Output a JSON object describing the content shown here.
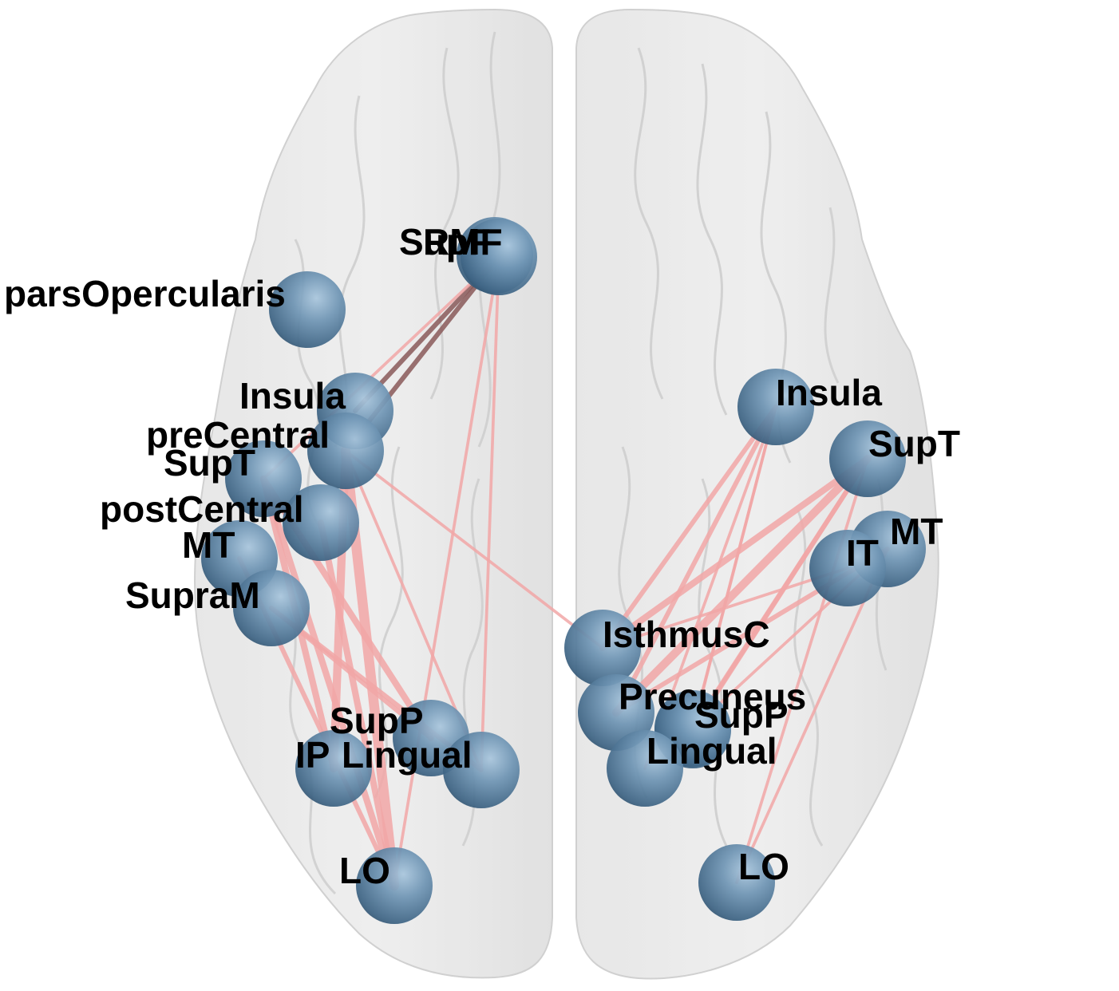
{
  "figure": {
    "colors": {
      "background": "#ffffff",
      "brain_fill": "#d9d9d9",
      "brain_fold": "#bdbdbd",
      "node": "#5f86a6",
      "edge": "#f2a7a7",
      "edge_dark": "#8a5a5a",
      "label": "#000000"
    },
    "nodes": [
      {
        "id": "SupF",
        "label": "SupF",
        "hemisphere": "left"
      },
      {
        "id": "RMF",
        "label": "RMF",
        "hemisphere": "left"
      },
      {
        "id": "parsOpercularis",
        "label": "parsOpercularis",
        "hemisphere": "left"
      },
      {
        "id": "L_Insula",
        "label": "Insula",
        "hemisphere": "left"
      },
      {
        "id": "L_preCentral",
        "label": "preCentral",
        "hemisphere": "left"
      },
      {
        "id": "L_SupT",
        "label": "SupT",
        "hemisphere": "left"
      },
      {
        "id": "L_postCentral",
        "label": "postCentral",
        "hemisphere": "left"
      },
      {
        "id": "L_MT",
        "label": "MT",
        "hemisphere": "left"
      },
      {
        "id": "L_SupraM",
        "label": "SupraM",
        "hemisphere": "left"
      },
      {
        "id": "L_SupP",
        "label": "SupP",
        "hemisphere": "left"
      },
      {
        "id": "L_IP",
        "label": "IP",
        "hemisphere": "left"
      },
      {
        "id": "L_Lingual",
        "label": "Lingual",
        "hemisphere": "left"
      },
      {
        "id": "L_LO",
        "label": "LO",
        "hemisphere": "left"
      },
      {
        "id": "R_Insula",
        "label": "Insula",
        "hemisphere": "right"
      },
      {
        "id": "R_SupT",
        "label": "SupT",
        "hemisphere": "right"
      },
      {
        "id": "R_MT",
        "label": "MT",
        "hemisphere": "right"
      },
      {
        "id": "R_IT",
        "label": "IT",
        "hemisphere": "right"
      },
      {
        "id": "R_IsthmusC",
        "label": "IsthmusC",
        "hemisphere": "right"
      },
      {
        "id": "R_Precuneus",
        "label": "Precuneus",
        "hemisphere": "right"
      },
      {
        "id": "R_SupP",
        "label": "SupP",
        "hemisphere": "right"
      },
      {
        "id": "R_Lingual",
        "label": "Lingual",
        "hemisphere": "right"
      },
      {
        "id": "R_LO",
        "label": "LO",
        "hemisphere": "right"
      },
      {
        "id": "R_Cuneus",
        "label": "",
        "hemisphere": "right"
      }
    ],
    "edges": [
      {
        "from": "RMF",
        "to": "L_Insula",
        "weight": 2
      },
      {
        "from": "RMF",
        "to": "L_preCentral",
        "weight": 2
      },
      {
        "from": "RMF",
        "to": "L_SupT",
        "weight": 1
      },
      {
        "from": "RMF",
        "to": "L_LO",
        "weight": 1
      },
      {
        "from": "RMF",
        "to": "L_Lingual",
        "weight": 1
      },
      {
        "from": "L_preCentral",
        "to": "L_LO",
        "weight": 5
      },
      {
        "from": "L_preCentral",
        "to": "L_IP",
        "weight": 4
      },
      {
        "from": "L_preCentral",
        "to": "R_IsthmusC",
        "weight": 1
      },
      {
        "from": "L_preCentral",
        "to": "L_Lingual",
        "weight": 1
      },
      {
        "from": "L_SupT",
        "to": "L_IP",
        "weight": 3
      },
      {
        "from": "L_SupT",
        "to": "L_SupP",
        "weight": 3
      },
      {
        "from": "L_SupT",
        "to": "L_LO",
        "weight": 3
      },
      {
        "from": "L_SupraM",
        "to": "L_Lingual",
        "weight": 2
      },
      {
        "from": "L_SupraM",
        "to": "L_SupP",
        "weight": 2
      },
      {
        "from": "L_MT",
        "to": "L_LO",
        "weight": 2
      },
      {
        "from": "L_postCentral",
        "to": "L_LO",
        "weight": 3
      },
      {
        "from": "R_Insula",
        "to": "R_Precuneus",
        "weight": 2
      },
      {
        "from": "R_Insula",
        "to": "R_IsthmusC",
        "weight": 2
      },
      {
        "from": "R_Insula",
        "to": "R_Lingual",
        "weight": 1
      },
      {
        "from": "R_Insula",
        "to": "R_SupP",
        "weight": 1
      },
      {
        "from": "R_Insula",
        "to": "R_Cuneus",
        "weight": 1
      },
      {
        "from": "R_SupT",
        "to": "R_Precuneus",
        "weight": 4
      },
      {
        "from": "R_SupT",
        "to": "R_IsthmusC",
        "weight": 3
      },
      {
        "from": "R_SupT",
        "to": "R_SupP",
        "weight": 2
      },
      {
        "from": "R_SupT",
        "to": "R_Lingual",
        "weight": 2
      },
      {
        "from": "R_SupT",
        "to": "R_LO",
        "weight": 1
      },
      {
        "from": "R_MT",
        "to": "R_Precuneus",
        "weight": 2
      },
      {
        "from": "R_MT",
        "to": "R_SupP",
        "weight": 1
      },
      {
        "from": "R_MT",
        "to": "R_LO",
        "weight": 1
      },
      {
        "from": "R_IT",
        "to": "R_IsthmusC",
        "weight": 1
      }
    ]
  }
}
